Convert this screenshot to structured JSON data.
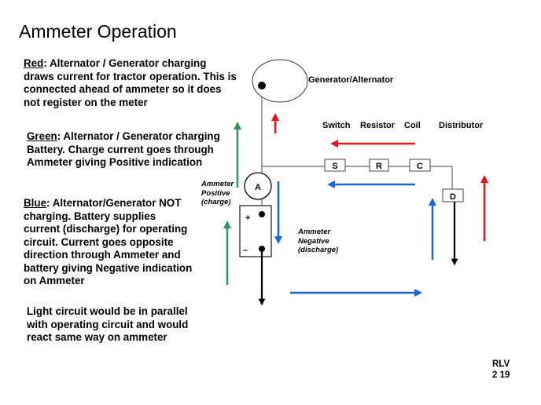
{
  "title": "Ammeter  Operation",
  "paragraphs": {
    "red": {
      "key": "Red",
      "text": ": Alternator / Generator charging draws current for tractor operation.  This is connected ahead of ammeter so it does not register on the meter"
    },
    "green": {
      "key": "Green",
      "text": ": Alternator / Generator charging Battery.  Charge current goes through Ammeter giving Positive indication"
    },
    "blue": {
      "key": "Blue",
      "text": ": Alternator/Generator NOT charging.  Battery supplies current (discharge) for operating circuit.  Current goes opposite direction  through Ammeter and battery giving Negative indication on Ammeter"
    },
    "light": "Light circuit would be in parallel with operating circuit and would react same way on ammeter"
  },
  "labels": {
    "generator": "Generator/Alternator",
    "switch": "Switch",
    "resistor": "Resistor",
    "coil": "Coil",
    "distributor": "Distributor",
    "ammeter_positive": [
      "Ammeter",
      "Positive",
      "(charge)"
    ],
    "ammeter_negative": [
      "Ammeter",
      "Negative",
      "(discharge)"
    ]
  },
  "components": {
    "ammeter": "A",
    "switch": "S",
    "resistor": "R",
    "coil": "C",
    "distributor": "D",
    "battery_plus": "+",
    "battery_minus": "–"
  },
  "footer": {
    "line1": "RLV",
    "line2": "2 19"
  },
  "colors": {
    "red": "#e8151b",
    "green": "#2e9560",
    "blue": "#1a66d8",
    "wire": "#666666",
    "black": "#000000"
  }
}
